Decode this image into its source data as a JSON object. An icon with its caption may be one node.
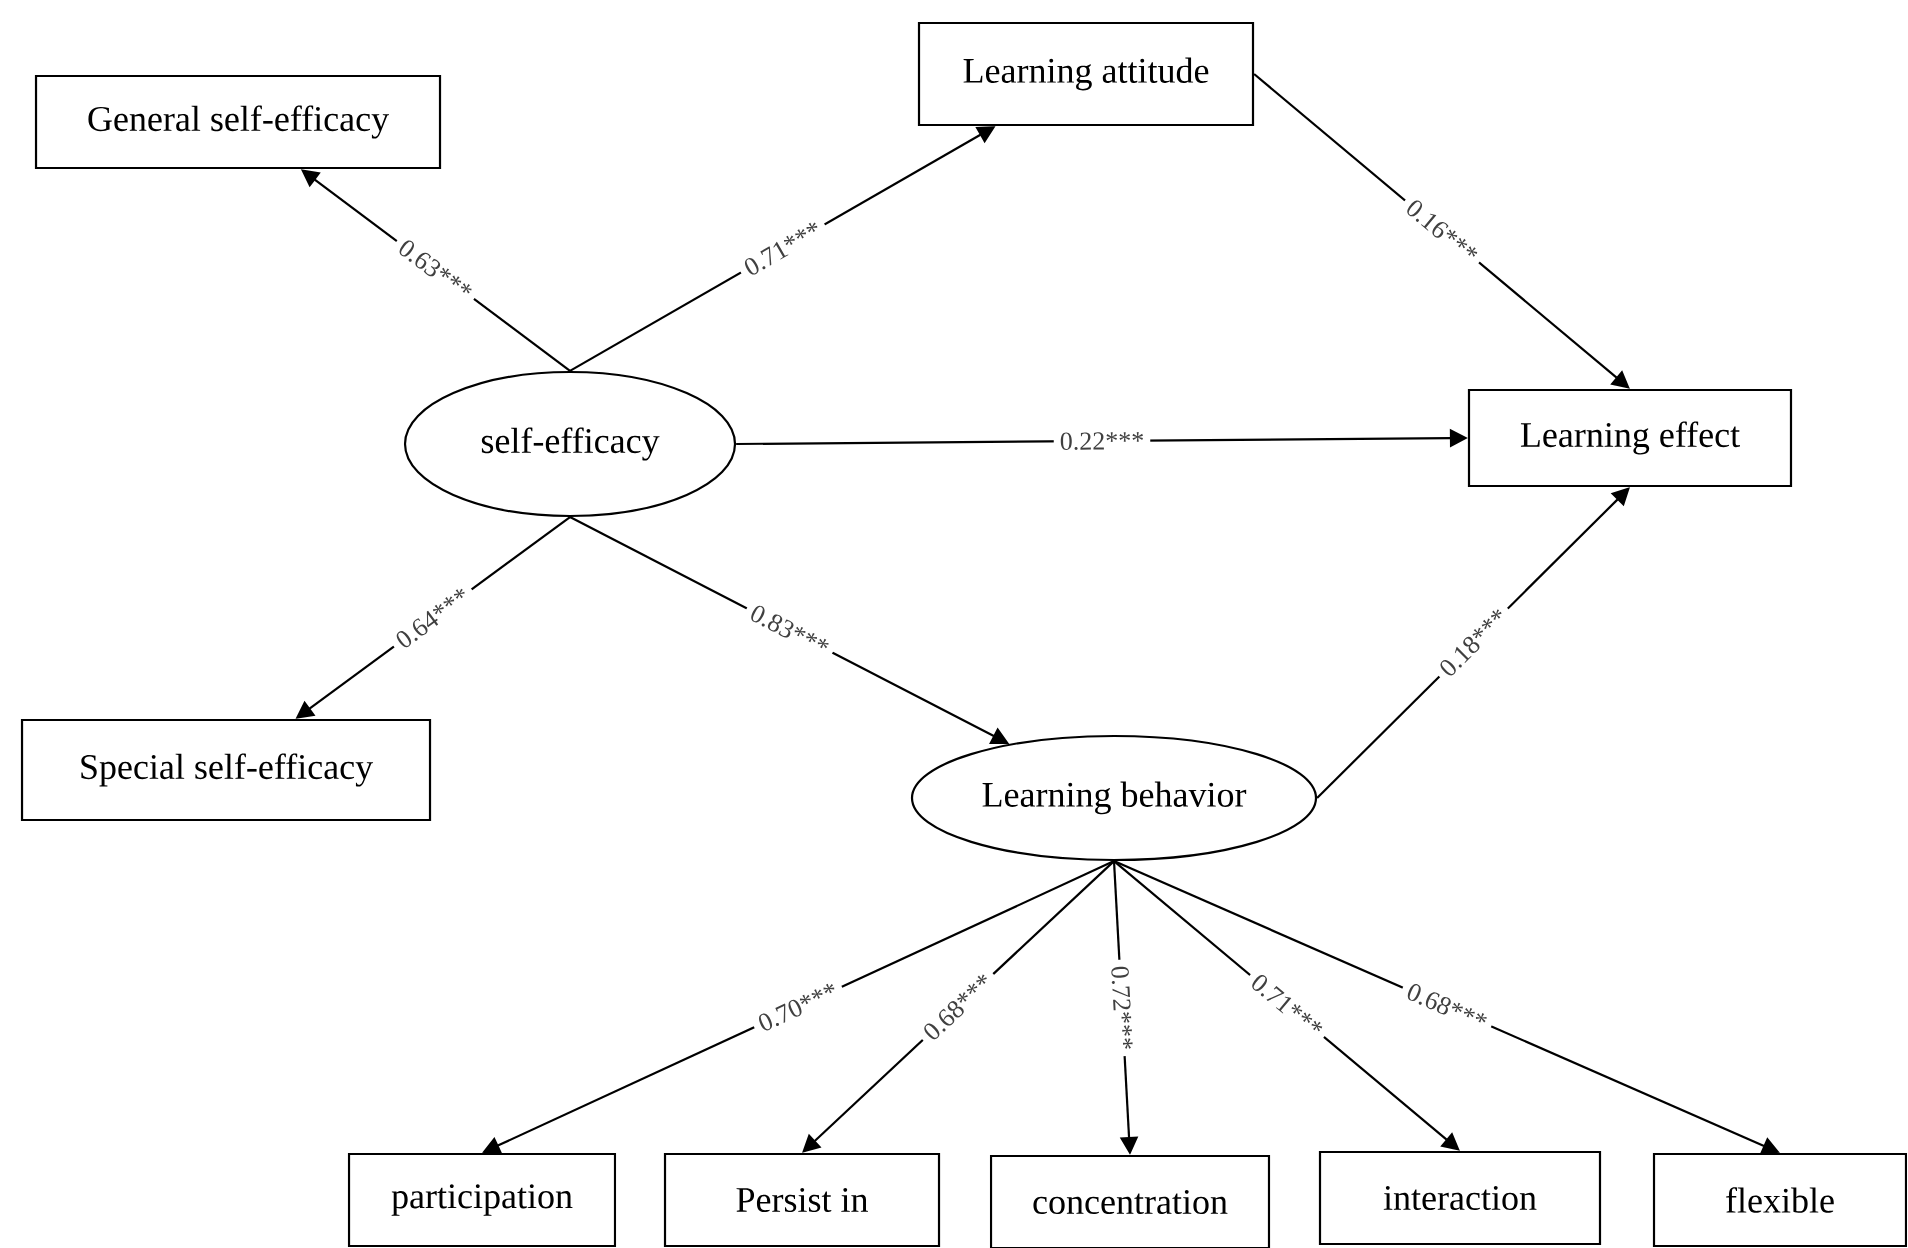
{
  "diagram": {
    "nodes": [
      {
        "text": [
          "General self-efficacy"
        ]
      },
      {
        "text": [
          "Learning attitude"
        ]
      },
      {
        "text": [
          "self-efficacy"
        ]
      },
      {
        "text": [
          "Learning effect"
        ]
      },
      {
        "text": [
          "Special self-efficacy"
        ]
      },
      {
        "text": [
          "Learning behavior"
        ]
      },
      {
        "text": [
          "participation"
        ]
      },
      {
        "text": [
          "Persist in"
        ]
      },
      {
        "text": [
          "concentration"
        ]
      },
      {
        "text": [
          "interaction"
        ]
      },
      {
        "text": [
          "flexible"
        ]
      }
    ],
    "edges": [
      {
        "from": 2,
        "to": 0,
        "arrow": "to",
        "label": "0.63***"
      },
      {
        "from": 2,
        "to": 1,
        "arrow": "to",
        "label": "0.71***"
      },
      {
        "from": 1,
        "to": 3,
        "arrow": "to",
        "label": "0.16***"
      },
      {
        "from": 2,
        "to": 3,
        "arrow": "to",
        "label": "0.22***"
      },
      {
        "from": 2,
        "to": 4,
        "arrow": "to",
        "label": "0.64***"
      },
      {
        "from": 2,
        "to": 5,
        "arrow": "to",
        "label": "0.83***"
      },
      {
        "from": 5,
        "to": 3,
        "arrow": "to",
        "label": "0.18***"
      },
      {
        "from": 5,
        "to": 6,
        "arrow": "to",
        "label": "0.70***"
      },
      {
        "from": 5,
        "to": 7,
        "arrow": "to",
        "label": "0.68***"
      },
      {
        "from": 5,
        "to": 8,
        "arrow": "to",
        "label": "0.72***"
      },
      {
        "from": 5,
        "to": 9,
        "arrow": "to",
        "label": "0.71***"
      },
      {
        "from": 5,
        "to": 10,
        "arrow": "to",
        "label": "0.68***"
      }
    ]
  }
}
